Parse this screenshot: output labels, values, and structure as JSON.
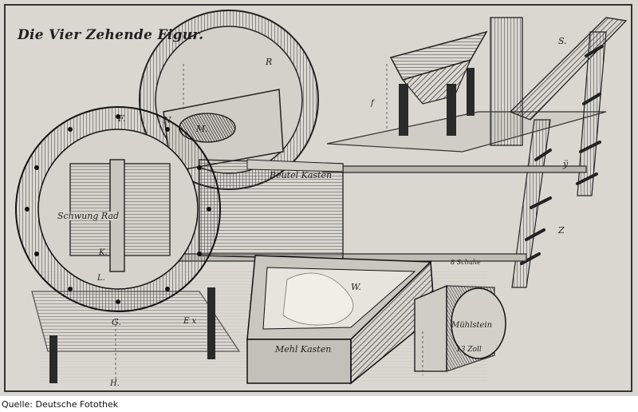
{
  "plate": {
    "title": "Die Vier Zehende Figur.",
    "labels": {
      "schwung_rad": "Schwung Rad",
      "beutel_kasten": "Beutel Kasten",
      "mehl_kasten": "Mehl Kasten",
      "muehlstein": "Mühlstein",
      "zoll": "13 Zoll",
      "schuhe": "8 Schuhe",
      "letter_F": "F.",
      "letter_N": "N.",
      "letter_M": "M.",
      "letter_R": "R",
      "letter_W": "W.",
      "letter_G": "G.",
      "letter_H": "H.",
      "letter_K": "K.",
      "letter_L": "L.",
      "letter_Z": "Z",
      "letter_S": "S.",
      "letter_Y": "ÿ",
      "letter_Ex": "E x",
      "letter_f": "f"
    }
  },
  "caption": "Quelle: Deutsche Fotothek"
}
